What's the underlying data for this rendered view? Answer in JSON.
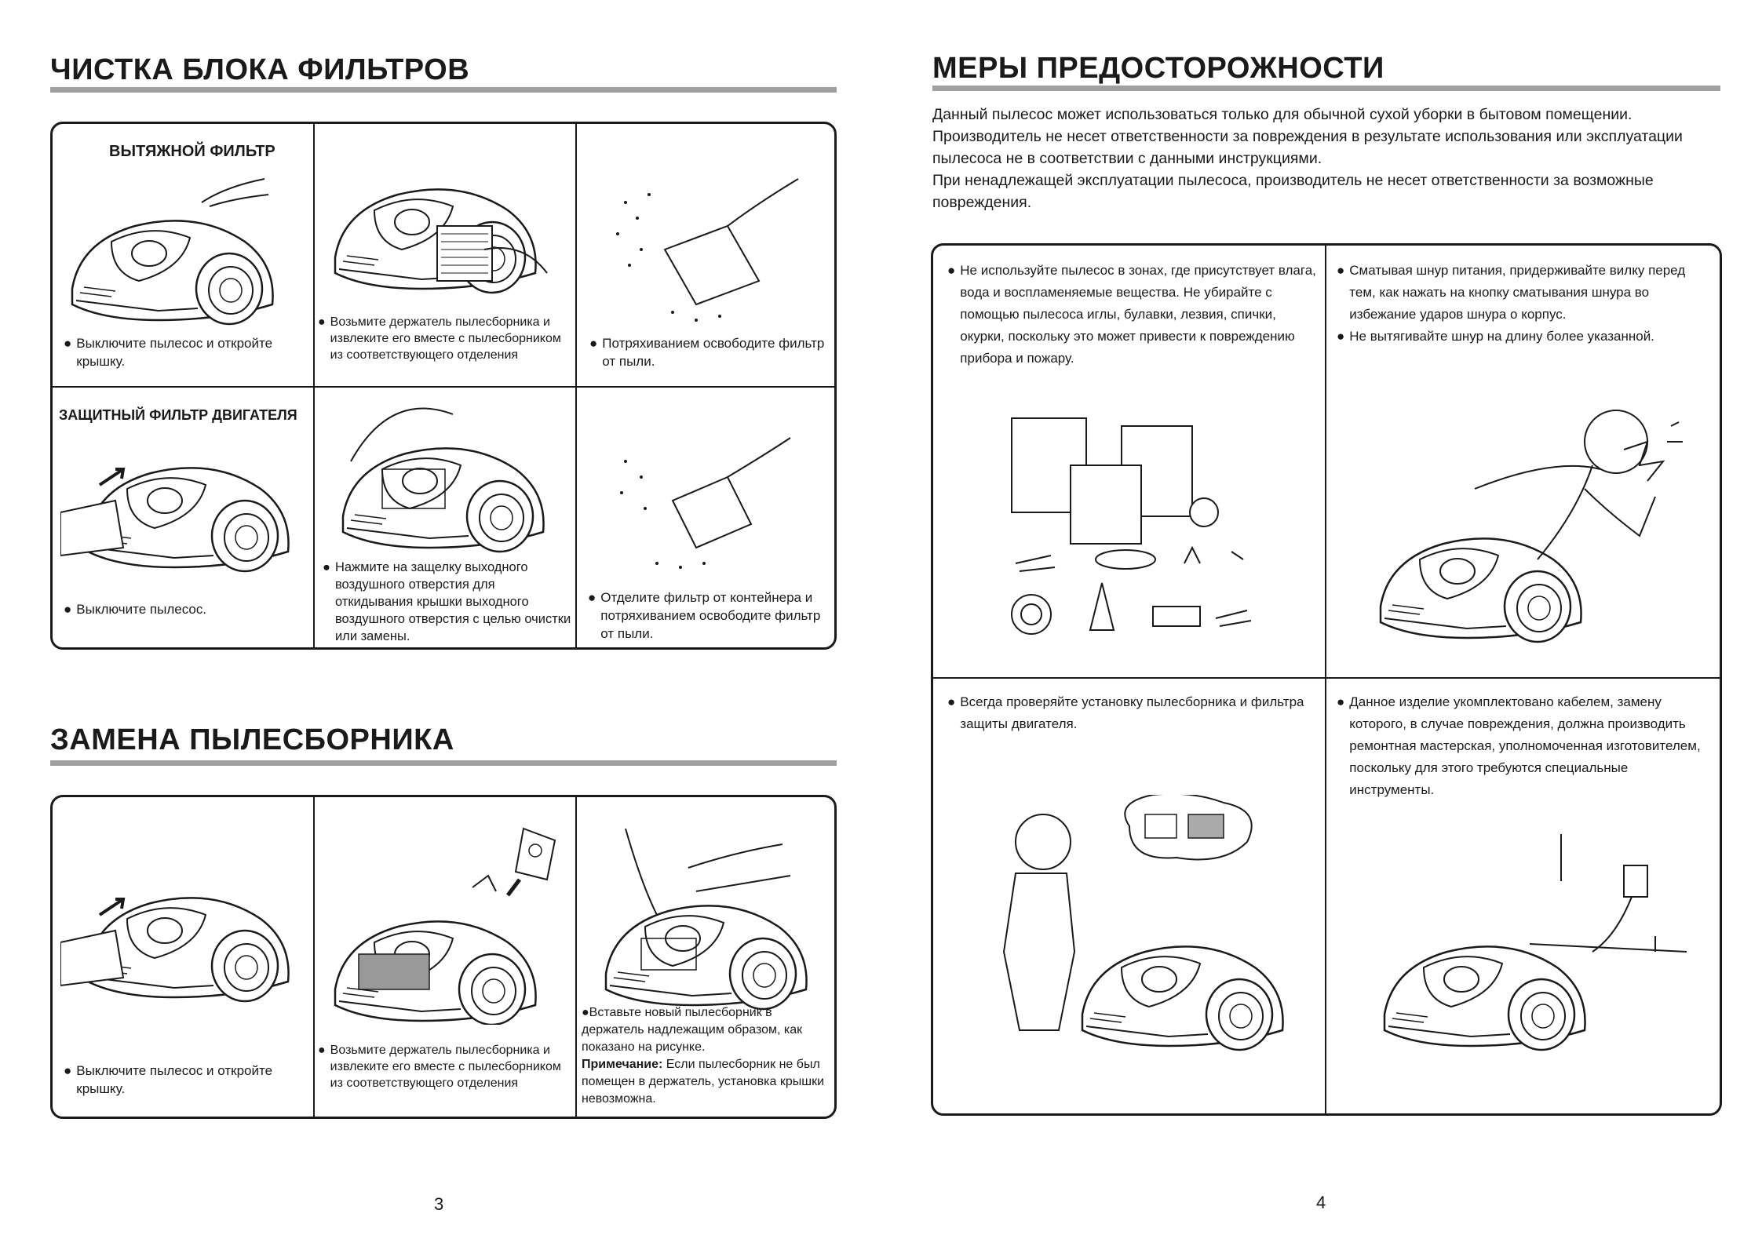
{
  "left": {
    "title_filter": "ЧИСТКА БЛОКА ФИЛЬТРОВ",
    "exhaust_filter_label": "ВЫТЯЖНОЙ ФИЛЬТР",
    "motor_filter_label": "ЗАЩИТНЫЙ ФИЛЬТР ДВИГАТЕЛЯ",
    "filter_steps": [
      "Выключите пылесос и откройте крышку.",
      "Возьмите держатель пылесборника и извлеките его вместе с пылесборником из соответствующего отделения",
      "Потряхиванием освободите фильтр от пыли.",
      "Выключите пылесос.",
      "Нажмите на защелку выходного воздушного отверстия для откидывания крышки выходного воздушного отверстия с целью очистки или замены.",
      "Отделите фильтр от контейнера и потряхиванием освободите фильтр от пыли."
    ],
    "title_bag": "ЗАМЕНА ПЫЛЕСБОРНИКА",
    "bag_steps": [
      "Выключите пылесос и откройте крышку.",
      "Возьмите держатель пылесборника и извлеките его вместе с пылесборником из соответствующего отделения",
      "Вставьте новый пылесборник в держатель надлежащим образом, как показано на рисунке."
    ],
    "bag_note_label": "Примечание:",
    "bag_note_text": " Если пылесборник не был помещен в держатель, установка крышки невозможна.",
    "bullet": "●",
    "page_number": "3"
  },
  "right": {
    "title": "МЕРЫ ПРЕДОСТОРОЖНОСТИ",
    "intro": [
      "Данный пылесос может использоваться только для обычной сухой уборки в бытовом помещении.",
      "Производитель не несет ответственности за повреждения в результате использования или эксплуатации пылесоса не в соответствии с данными инструкциями.",
      "При ненадлежащей эксплуатации пылесоса, производитель не несет ответственности за возможные повреждения."
    ],
    "warnings": [
      "Не используйте пылесос в зонах, где присутствует влага, вода и воспламеняемые вещества. Не убирайте с помощью пылесоса иглы, булавки, лезвия, спички, окурки, поскольку это может привести к повреждению прибора и пожару.",
      "Сматывая шнур питания, придерживайте вилку перед тем, как нажать на кнопку сматывания шнура во избежание ударов шнура о корпус.",
      "Не вытягивайте шнур на длину более указанной.",
      "Всегда проверяйте установку пылесборника и фильтра защиты двигателя.",
      "Данное изделие укомплектовано кабелем, замену которого, в случае повреждения, должна производить ремонтная мастерская, уполномоченная изготовителем, поскольку для этого требуются специальные инструменты."
    ],
    "bullet": "●",
    "page_number": "4",
    "line_color": "#1a1a1a",
    "rule_color": "#a0a0a0"
  }
}
